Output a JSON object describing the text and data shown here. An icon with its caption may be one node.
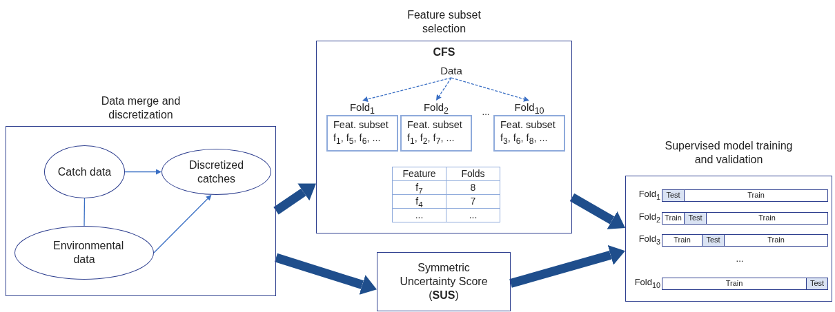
{
  "diagram": {
    "nodes": [
      {
        "text": [
          "Data merge and discretization"
        ]
      },
      {
        "text": [
          "Catch data"
        ],
        "in": 0
      },
      {
        "text": [
          "Discretized catches"
        ],
        "in": 0
      },
      {
        "text": [
          "Environmental data"
        ],
        "in": 0
      },
      {
        "text": [
          "Feature subset selection",
          "CFS"
        ]
      },
      {
        "text": [
          "Data"
        ],
        "in": 4
      },
      {
        "text": [
          "Fold$_{1}$",
          "Feat. subset",
          "f$_{1}$, f$_{5}$, f$_{6}$, ..."
        ],
        "in": 4
      },
      {
        "text": [
          "Fold$_{2}$",
          "Feat. subset",
          "f$_{1}$, f$_{2}$, f$_{7}$, ..."
        ],
        "in": 4
      },
      {
        "text": [
          "Fold$_{10}$",
          "Feat. subset",
          "f$_{3}$, f$_{6}$, f$_{8}$, ..."
        ],
        "in": 4
      },
      {
        "text": [
          "Symmetric Uncertainty Score (**SUS**)"
        ]
      },
      {
        "text": [
          "Supervised model training and validation"
        ]
      }
    ],
    "edges": [
      {
        "from": 1,
        "to": 2,
        "arrow": "to"
      },
      {
        "from": 1,
        "to": 3,
        "arrow": "none"
      },
      {
        "from": 3,
        "to": 2,
        "arrow": "to"
      },
      {
        "from": 5,
        "to": 6,
        "arrow": "to",
        "style": "dashed"
      },
      {
        "from": 5,
        "to": 7,
        "arrow": "to",
        "style": "dashed"
      },
      {
        "from": 5,
        "to": 8,
        "arrow": "to",
        "style": "dashed"
      },
      {
        "from": 0,
        "to": 4,
        "arrow": "to",
        "style": "thick",
        "color": "#1f4e8c"
      },
      {
        "from": 0,
        "to": 9,
        "arrow": "to",
        "style": "thick",
        "color": "#1f4e8c"
      },
      {
        "from": 4,
        "to": 10,
        "arrow": "to",
        "style": "thick",
        "color": "#1f4e8c"
      },
      {
        "from": 9,
        "to": 10,
        "arrow": "to",
        "style": "thick",
        "color": "#1f4e8c"
      }
    ],
    "labels": [
      "...",
      "Feature",
      "Folds",
      "f$_{7}$",
      "8",
      "f$_{4}$",
      "7",
      "...",
      "...",
      "Fold$_{1}$",
      "Test",
      "Train",
      "Fold$_{2}$",
      "Train",
      "Test",
      "Train",
      "Fold$_{3}$",
      "Train",
      "Test",
      "Train",
      "...",
      "Fold$_{10}$",
      "Train",
      "Test"
    ]
  }
}
